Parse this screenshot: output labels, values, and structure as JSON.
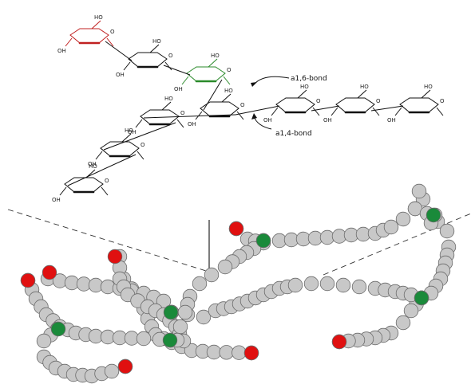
{
  "annotations": {
    "a16": "a1,6-bond",
    "a14": "a1,4-bond"
  },
  "structure_labels": {
    "ho": "HO",
    "oh": "OH",
    "o": "O"
  },
  "colors": {
    "bead_glucose": "#c8c8c8",
    "bead_reducing_end": "#e01010",
    "bead_branch_point": "#1a8a3a",
    "ring_nonreducing": "#c02020",
    "ring_branch": "#2a8a2a",
    "ring_default": "#111111"
  }
}
